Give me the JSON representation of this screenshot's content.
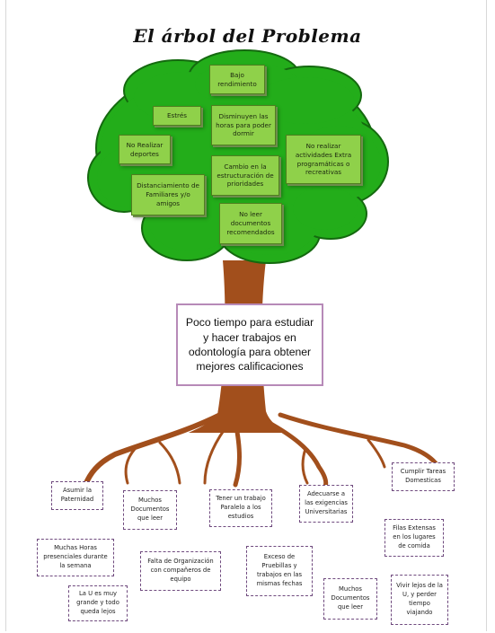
{
  "title": "El árbol del Problema",
  "problem": "Poco tiempo para estudiar y hacer trabajos en odontología para obtener mejores calificaciones",
  "effects": [
    "Bajo rendimiento",
    "Estrés",
    "Disminuyen las horas para poder dormir",
    "No Realizar deportes",
    "No realizar actividades Extra programáticas o recreativas",
    "Cambio en la estructuración de prioridades",
    "Distanciamiento de Familiares y/o amigos",
    "No leer documentos recomendados"
  ],
  "causes": [
    "Asumir la Paternidad",
    "Muchos Documentos que leer",
    "Tener un trabajo Paralelo a los estudios",
    "Adecuarse a las exigencias Universitarias",
    "Cumplir Tareas Domesticas",
    "Muchas Horas presenciales durante la semana",
    "Falta de Organización con compañeros de equipo",
    "Exceso de Pruebillas y trabajos en las mismas fechas",
    "Filas Extensas en los lugares de comida",
    "La U es muy grande y todo queda lejos",
    "Muchos Documentos que leer",
    "Vivir lejos de la U, y perder tiempo viajando"
  ],
  "colors": {
    "foliage": "#23ad1a",
    "foliage_edge": "#14690f",
    "trunk": "#a24f1c",
    "effect_box": "#8fd14a",
    "problem_border": "#b78ab8",
    "cause_border": "#6f4a7e"
  }
}
